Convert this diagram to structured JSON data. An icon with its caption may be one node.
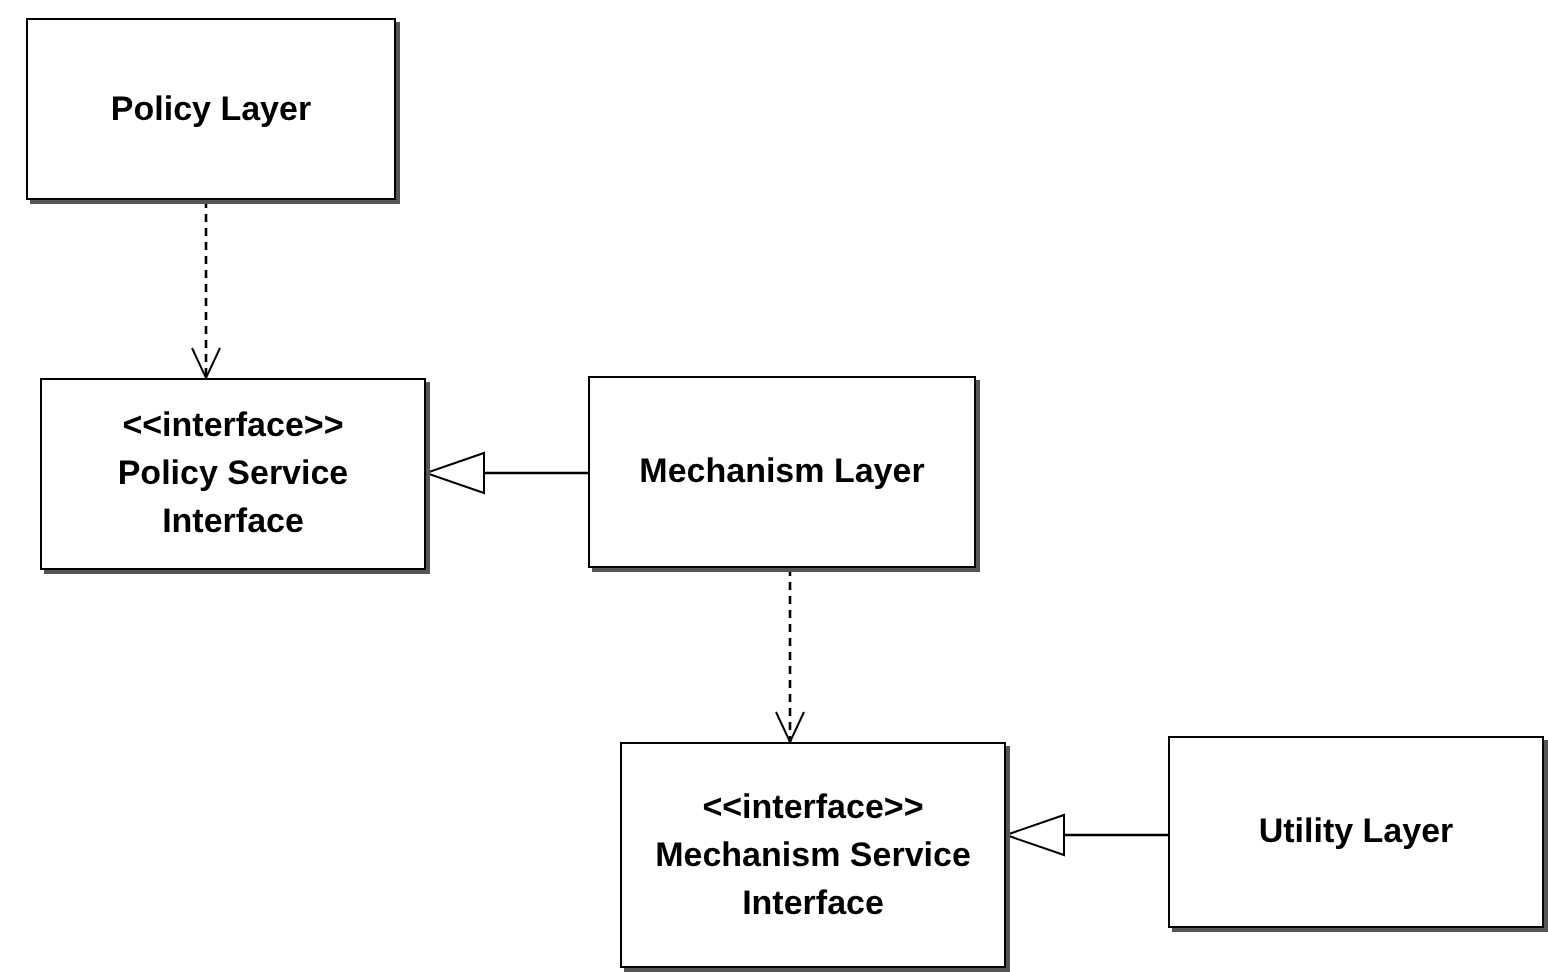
{
  "diagram": {
    "nodes": [
      {
        "text": [
          "Policy Layer"
        ]
      },
      {
        "text": [
          "<<interface>>",
          "Policy Service Interface"
        ]
      },
      {
        "text": [
          "Mechanism Layer"
        ]
      },
      {
        "text": [
          "<<interface>>",
          "Mechanism Service Interface"
        ]
      },
      {
        "text": [
          "Utility Layer"
        ]
      }
    ],
    "edges": [
      {
        "from": 0,
        "to": 1,
        "arrow": "to",
        "style": "dashed"
      },
      {
        "from": 2,
        "to": 1,
        "arrow": "to"
      },
      {
        "from": 2,
        "to": 3,
        "arrow": "to",
        "style": "dashed"
      },
      {
        "from": 4,
        "to": 3,
        "arrow": "to"
      }
    ]
  }
}
